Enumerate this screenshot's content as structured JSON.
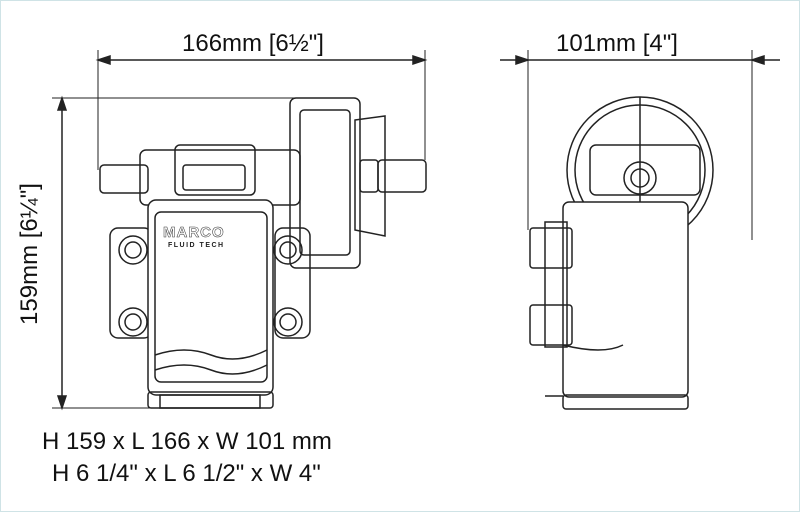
{
  "dimensions": {
    "front_width": "166mm [6½\"]",
    "height": "159mm [6¼\"]",
    "side_width": "101mm [4\"]"
  },
  "logo": {
    "brand": "MARCO",
    "sub": "FLUID TECH"
  },
  "specs": {
    "metric": "H 159 x L 166 x W 101 mm",
    "imperial": "H 6 1/4\" x L 6 1/2\" x W 4\""
  }
}
